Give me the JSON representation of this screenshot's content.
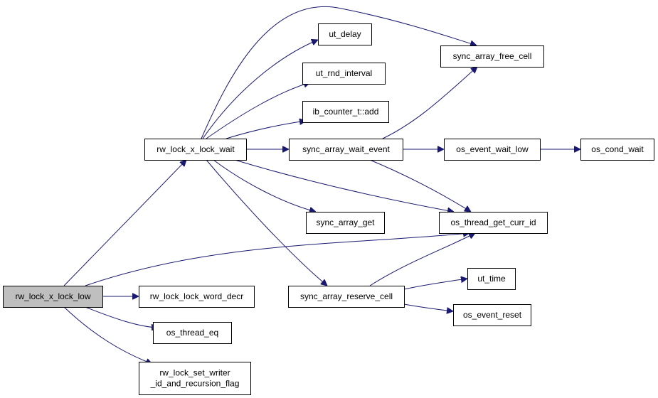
{
  "graph": {
    "nodes": [
      {
        "id": "rw_lock_x_lock_low",
        "lines": [
          "rw_lock_x_lock_low"
        ],
        "root": true
      },
      {
        "id": "rw_lock_x_lock_wait",
        "lines": [
          "rw_lock_x_lock_wait"
        ]
      },
      {
        "id": "rw_lock_lock_word_decr",
        "lines": [
          "rw_lock_lock_word_decr"
        ]
      },
      {
        "id": "os_thread_eq",
        "lines": [
          "os_thread_eq"
        ]
      },
      {
        "id": "rw_lock_set_writer_id_and_recursion_flag",
        "lines": [
          "rw_lock_set_writer",
          "_id_and_recursion_flag"
        ]
      },
      {
        "id": "ut_delay",
        "lines": [
          "ut_delay"
        ]
      },
      {
        "id": "ut_rnd_interval",
        "lines": [
          "ut_rnd_interval"
        ]
      },
      {
        "id": "ib_counter_t_add",
        "lines": [
          "ib_counter_t::add"
        ]
      },
      {
        "id": "sync_array_wait_event",
        "lines": [
          "sync_array_wait_event"
        ]
      },
      {
        "id": "sync_array_get",
        "lines": [
          "sync_array_get"
        ]
      },
      {
        "id": "sync_array_reserve_cell",
        "lines": [
          "sync_array_reserve_cell"
        ]
      },
      {
        "id": "sync_array_free_cell",
        "lines": [
          "sync_array_free_cell"
        ]
      },
      {
        "id": "os_event_wait_low",
        "lines": [
          "os_event_wait_low"
        ]
      },
      {
        "id": "os_cond_wait",
        "lines": [
          "os_cond_wait"
        ]
      },
      {
        "id": "os_thread_get_curr_id",
        "lines": [
          "os_thread_get_curr_id"
        ]
      },
      {
        "id": "ut_time",
        "lines": [
          "ut_time"
        ]
      },
      {
        "id": "os_event_reset",
        "lines": [
          "os_event_reset"
        ]
      }
    ],
    "edges": [
      {
        "from": "rw_lock_x_lock_low",
        "to": "rw_lock_x_lock_wait"
      },
      {
        "from": "rw_lock_x_lock_low",
        "to": "os_thread_get_curr_id"
      },
      {
        "from": "rw_lock_x_lock_low",
        "to": "rw_lock_lock_word_decr"
      },
      {
        "from": "rw_lock_x_lock_low",
        "to": "os_thread_eq"
      },
      {
        "from": "rw_lock_x_lock_low",
        "to": "rw_lock_set_writer_id_and_recursion_flag"
      },
      {
        "from": "rw_lock_x_lock_wait",
        "to": "sync_array_free_cell"
      },
      {
        "from": "rw_lock_x_lock_wait",
        "to": "ut_delay"
      },
      {
        "from": "rw_lock_x_lock_wait",
        "to": "ut_rnd_interval"
      },
      {
        "from": "rw_lock_x_lock_wait",
        "to": "ib_counter_t_add"
      },
      {
        "from": "rw_lock_x_lock_wait",
        "to": "sync_array_wait_event"
      },
      {
        "from": "rw_lock_x_lock_wait",
        "to": "os_thread_get_curr_id"
      },
      {
        "from": "rw_lock_x_lock_wait",
        "to": "sync_array_get"
      },
      {
        "from": "rw_lock_x_lock_wait",
        "to": "sync_array_reserve_cell"
      },
      {
        "from": "sync_array_wait_event",
        "to": "sync_array_free_cell"
      },
      {
        "from": "sync_array_wait_event",
        "to": "os_event_wait_low"
      },
      {
        "from": "sync_array_wait_event",
        "to": "os_thread_get_curr_id"
      },
      {
        "from": "os_event_wait_low",
        "to": "os_cond_wait"
      },
      {
        "from": "sync_array_reserve_cell",
        "to": "os_thread_get_curr_id"
      },
      {
        "from": "sync_array_reserve_cell",
        "to": "ut_time"
      },
      {
        "from": "sync_array_reserve_cell",
        "to": "os_event_reset"
      }
    ],
    "colors": {
      "edge": "#191970",
      "node_border": "#000000",
      "node_fill": "#ffffff",
      "root_fill": "#bfbfbf"
    }
  }
}
